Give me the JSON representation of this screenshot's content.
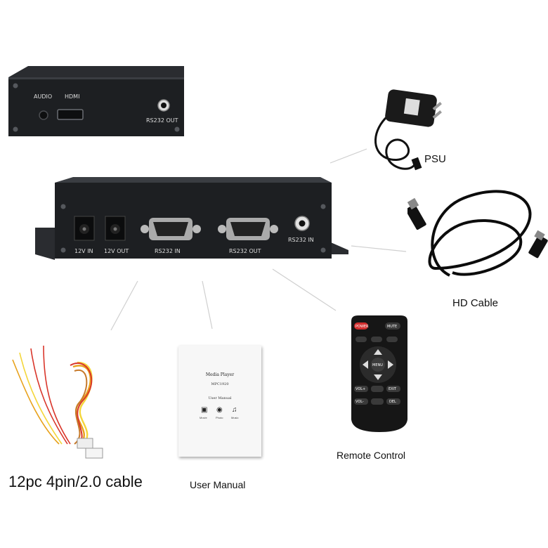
{
  "top_box": {
    "audio_label": "AUDIO",
    "hdmi_label": "HDMI",
    "rs232_out_label": "RS232 OUT"
  },
  "main_box": {
    "dc_in_label": "12V IN",
    "dc_out_label": "12V OUT",
    "rs232_in_label": "RS232 IN",
    "rs232_out_label": "RS232 OUT",
    "rs232_in_jack_label": "RS232 IN"
  },
  "remote": {
    "power": "POWER",
    "mute": "MUTE",
    "menu": "MENU",
    "vol_up": "VOL+",
    "vol_down": "VOL-",
    "exit": "EXIT",
    "del": "DEL"
  },
  "manual": {
    "title": "Media Player",
    "model": "MPC1920",
    "subtitle": "User Manual",
    "icon_labels": [
      "Movie",
      "Photo",
      "Music"
    ]
  },
  "captions": {
    "psu": "PSU",
    "hd_cable": "HD Cable",
    "remote_control": "Remote Control",
    "user_manual": "User Manual",
    "cable": "12pc 4pin/2.0 cable"
  },
  "colors": {
    "device_body": "#1d1f22",
    "leader_line": "#c8c8c8",
    "wire_colors": [
      "#d9362b",
      "#e8a11a",
      "#f4d63a",
      "#ffffff",
      "#c77a2b"
    ]
  }
}
